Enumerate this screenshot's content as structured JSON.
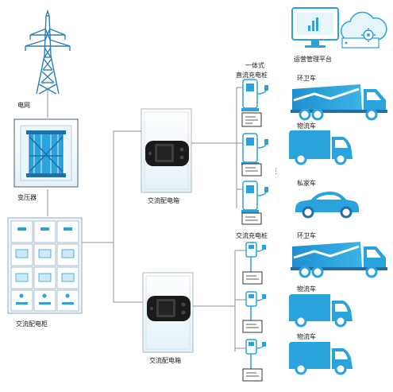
{
  "labels": {
    "grid": "电网",
    "transformer": "变压器",
    "ac_cabinet": "交流配电柜",
    "ac_box_top": "交流配电箱",
    "ac_box_bottom": "交流配电箱",
    "integrated_dc_charger_line1": "一体式",
    "integrated_dc_charger_line2": "直流充电桩",
    "ac_charger": "交流充电桩",
    "operations_platform": "运营管理平台",
    "sanitation_truck_top": "环卫车",
    "logistics_van_top": "物流车",
    "private_car": "私家车",
    "sanitation_truck_bottom": "环卫车",
    "logistics_van_bottom_1": "物流车",
    "logistics_van_bottom_2": "物流车",
    "ellipsis": "⋮"
  },
  "icons": {
    "grid": "power-tower-icon",
    "transformer": "transformer-icon",
    "cabinet": "switchgear-cabinet-icon",
    "device": "handheld-device-icon",
    "dc_charger": "dc-charger-icon",
    "ac_charger": "ac-charger-icon",
    "platform": "monitor-chart-icon",
    "cloud": "cloud-gear-icon",
    "truck": "sanitation-truck-icon",
    "van": "delivery-van-icon",
    "car": "car-icon"
  },
  "colors": {
    "primary": "#2aa3dd",
    "dark": "#1f6fa8",
    "line": "#8a9298",
    "panel": "#e8f4fa",
    "device": "#1a1a1a"
  }
}
